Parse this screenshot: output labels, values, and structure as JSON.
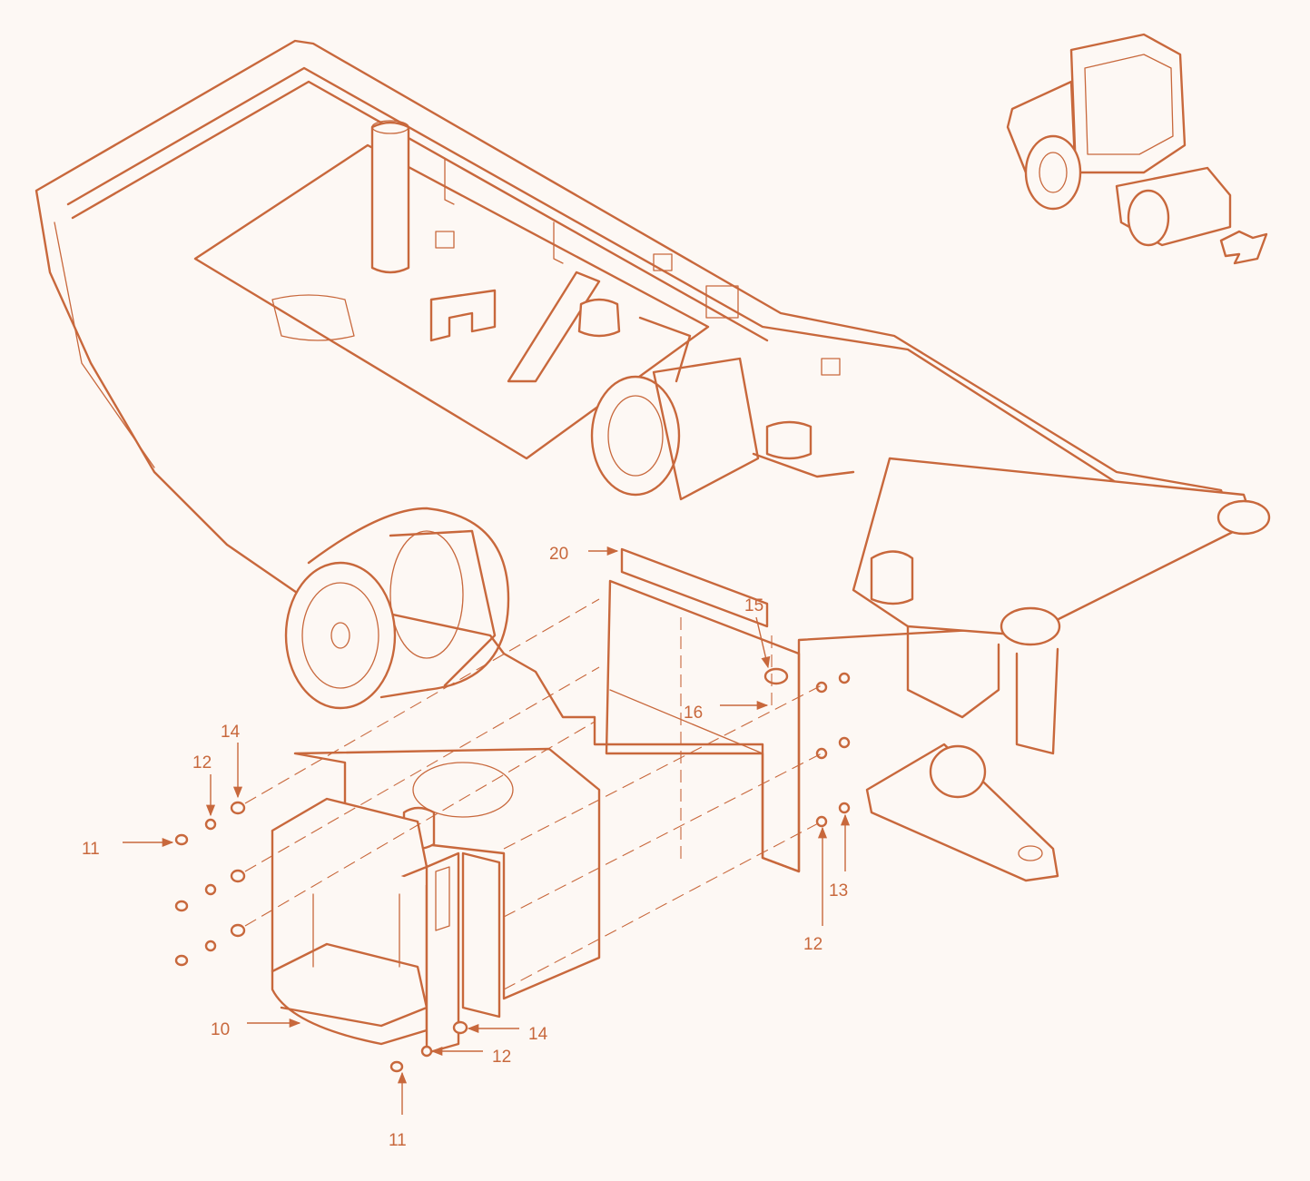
{
  "colors": {
    "line": "#c8683c",
    "background": "#fdf8f4"
  },
  "callouts": {
    "c11a": "11",
    "c12a": "12",
    "c14a": "14",
    "c20": "20",
    "c15": "15",
    "c16": "16",
    "c12b": "12",
    "c13": "13",
    "c10": "10",
    "c14b": "14",
    "c12c": "12",
    "c11b": "11"
  }
}
